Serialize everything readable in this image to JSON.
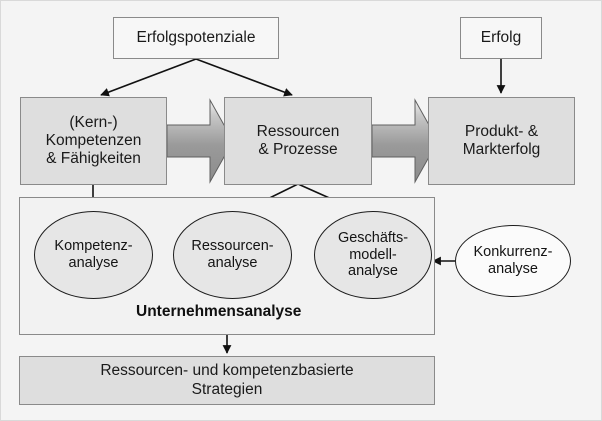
{
  "diagram": {
    "title_text_nodes": {
      "erfolgspotenziale": "Erfolgspotenziale",
      "erfolg": "Erfolg",
      "kern_kompetenzen": "(Kern-)\nKompetenzen\n& Fähigkeiten",
      "ressourcen_prozesse": "Ressourcen\n& Prozesse",
      "produkt_markterfolg": "Produkt- &\nMarkterfolg"
    },
    "ellipses": {
      "kompetenzanalyse": "Kompetenz-\nanalyse",
      "ressourcenanalyse": "Ressourcen-\nanalyse",
      "geschaeftsmodellanalyse": "Geschäfts-\nmodell-\nanalyse",
      "konkurrenzanalyse": "Konkurrenz-\nanalyse"
    },
    "container_label": "Unternehmensanalyse",
    "bottom_box": "Ressourcen- und kompetenzbasierte\nStrategien",
    "colors": {
      "box_fill_gray": "#dedede",
      "box_fill_white": "#f7f7f7",
      "ellipse_fill_gray": "#e6e6e6",
      "ellipse_fill_white": "#fbfbfb",
      "background": "#f4f4f4",
      "border": "#8a8a8a",
      "arrow_stroke": "#111111",
      "block_arrow_light": "#f0f0f0",
      "block_arrow_dark": "#8f8f8f"
    }
  }
}
